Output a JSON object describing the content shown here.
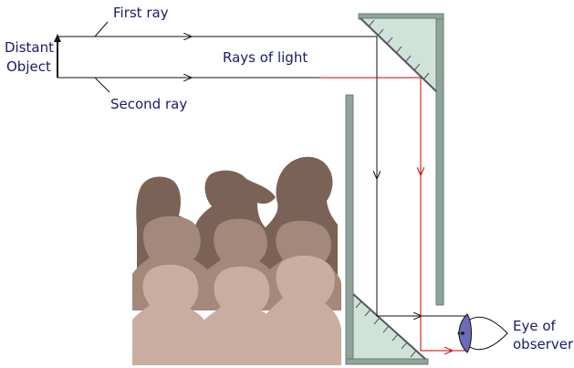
{
  "labels": {
    "object_line1": "Distant",
    "object_line2": "Object",
    "first_ray": "First ray",
    "second_ray": "Second ray",
    "rays_of_light": "Rays of light",
    "eye_line1": "Eye of",
    "eye_line2": "observer"
  },
  "colors": {
    "ray_black": "#111111",
    "ray_red": "#cc0000",
    "mirror_glass": "#cfe3d8",
    "tube_wall": "#8fa49a",
    "lens": "#6b6bb8",
    "label_text": "#1a1a6e",
    "crowd_back": "#7a6356",
    "crowd_mid": "#a4887a",
    "crowd_front": "#c8ada0"
  },
  "icons": {
    "object": "up-arrow-icon",
    "eye": "eye-icon",
    "crowd": "crowd-silhouette-icon"
  }
}
